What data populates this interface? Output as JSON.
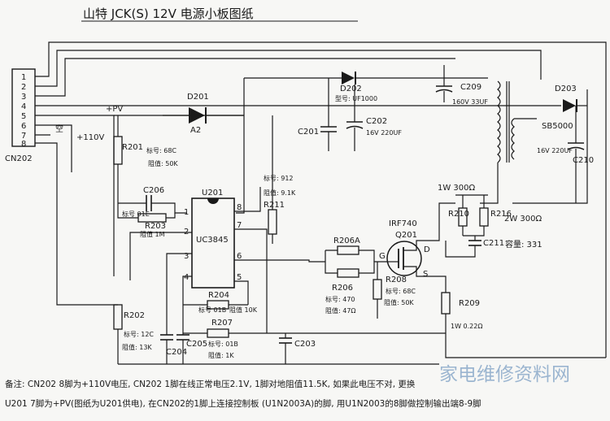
{
  "title": "山特 JCK(S) 12V 电源小板图纸",
  "connector": {
    "name": "CN202",
    "pins": [
      "1",
      "2",
      "3",
      "4",
      "5",
      "6",
      "7",
      "8"
    ],
    "label_empty": "空",
    "label_110v": "+110V",
    "label_rail": "+PV"
  },
  "components": {
    "d201": {
      "ref": "D201",
      "mark": "A2"
    },
    "d202": {
      "ref": "D202",
      "mark": "型号: UF1000"
    },
    "d203": {
      "ref": "D203",
      "mark": "SB5000"
    },
    "c209": {
      "ref": "C209",
      "val": "160V 33UF"
    },
    "c201": {
      "ref": "C201"
    },
    "c202": {
      "ref": "C202",
      "val": "16V 220UF"
    },
    "c210": {
      "ref": "C210",
      "val": "16V 220UF"
    },
    "c206": {
      "ref": "C206"
    },
    "c205": {
      "ref": "C205"
    },
    "c204": {
      "ref": "C204"
    },
    "c203": {
      "ref": "C203"
    },
    "c211": {
      "ref": "C211",
      "val": "容量: 331"
    },
    "r201": {
      "ref": "R201",
      "mark": "标号: 68C",
      "res": "阻值: 50K"
    },
    "r203": {
      "ref": "R203",
      "mark": "标号 01E",
      "res": "阻值 1M"
    },
    "r211": {
      "ref": "R211",
      "mark": "标号: 912",
      "res": "阻值: 9.1K"
    },
    "ic": {
      "ref": "U201",
      "part": "UC3845"
    },
    "r206a": {
      "ref": "R206A"
    },
    "r206": {
      "ref": "R206",
      "mark": "标号: 470",
      "res": "阻值: 47Ω"
    },
    "q": {
      "ref": "Q201",
      "part": "IRF740"
    },
    "r208": {
      "ref": "R208",
      "mark": "标号: 68C",
      "res": "阻值: 50K"
    },
    "r204": {
      "ref": "R204",
      "mark": "标号 01B",
      "res": "阻值 10K"
    },
    "r207": {
      "ref": "R207",
      "mark": "标号: 01B",
      "res": "阻值: 1K"
    },
    "r202": {
      "ref": "R202",
      "mark": "标号: 12C",
      "res": "阻值: 13K"
    },
    "r209": {
      "ref": "R209",
      "val": "1W 0.22Ω"
    },
    "r215": {
      "ref": "1W 300Ω"
    },
    "r216": {
      "ref": "R216",
      "val": "2W 300Ω"
    },
    "r210": {
      "ref": "R210"
    },
    "pins": {
      "p1": "1",
      "p2": "2",
      "p3": "3",
      "p4": "4",
      "p5": "5",
      "p6": "6",
      "p7": "7",
      "p8": "8",
      "g": "G",
      "d": "D",
      "s": "S"
    }
  },
  "notes": {
    "line1": "备注: CN202 8脚为+110V电压, CN202 1脚在线正常电压2.1V, 1脚对地阻值11.5K, 如果此电压不对, 更换",
    "line2": "U201 7脚为+PV(图纸为U201供电), 在CN202的1脚上连接控制板 (U1N2003A)的脚, 用U1N2003的8脚做控制输出端8-9脚"
  },
  "watermark": "家电维修资料网"
}
